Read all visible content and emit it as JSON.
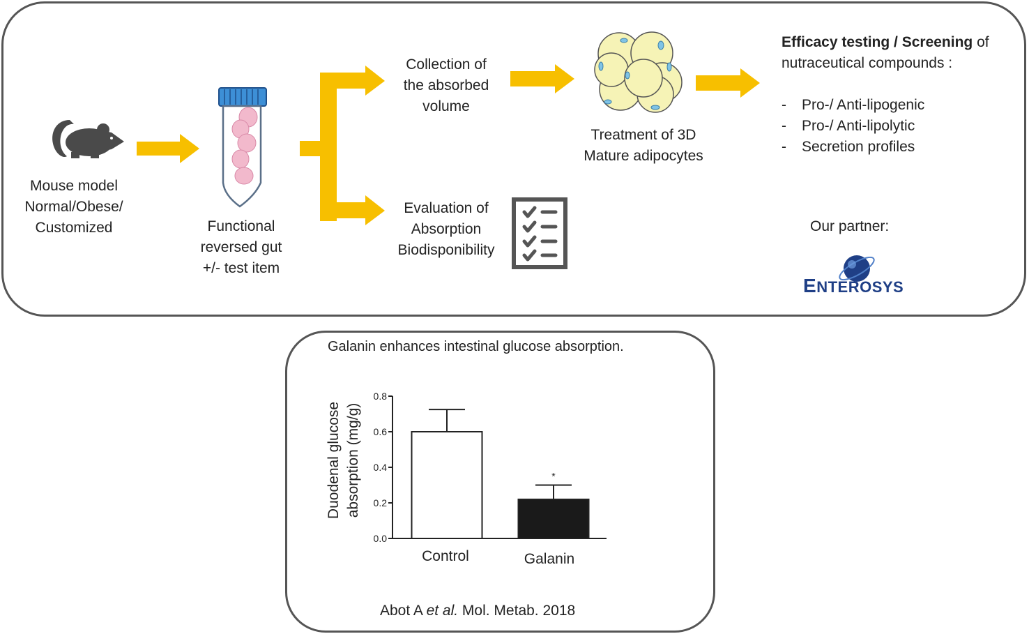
{
  "workflow": {
    "mouse": {
      "lines": [
        "Mouse model",
        "Normal/Obese/",
        "Customized"
      ]
    },
    "gut": {
      "lines": [
        "Functional",
        "reversed gut",
        "+/- test item"
      ]
    },
    "collection": {
      "lines": [
        "Collection of",
        "the absorbed",
        "volume"
      ]
    },
    "evaluation": {
      "lines": [
        "Evaluation of",
        "Absorption",
        "Biodisponibility"
      ]
    },
    "treatment": {
      "lines": [
        "Treatment of 3D",
        "Mature adipocytes"
      ]
    },
    "efficacy": {
      "bold1": "Efficacy testing / Screening",
      "rest1": " of",
      "line2": "nutraceutical compounds :",
      "bullets": [
        "Pro-/ Anti-lipogenic",
        "Pro-/ Anti-lipolytic",
        "Secretion profiles"
      ]
    },
    "partner": {
      "label": "Our partner:",
      "logo_text_big": "E",
      "logo_text_rest": "NTEROSYS"
    },
    "colors": {
      "arrow": "#f7bf00",
      "mouse": "#4a4a4a",
      "gut": "#f2b9cc",
      "tube_cap": "#3d8fd6",
      "cell": "#f6f3b6",
      "nucleus": "#7fc3e6",
      "logo": "#1f3f86"
    }
  },
  "figure": {
    "title": "Galanin enhances intestinal glucose absorption.",
    "citation_pre": "Abot A ",
    "citation_ital": "et al.",
    "citation_post": " Mol. Metab. 2018"
  },
  "chart_data": {
    "type": "bar",
    "categories": [
      "Control",
      "Galanin"
    ],
    "values": [
      0.6,
      0.22
    ],
    "errors": [
      0.125,
      0.08
    ],
    "bar_colors": [
      "#ffffff",
      "#1a1a1a"
    ],
    "significance": [
      "",
      "*"
    ],
    "ylabel_lines": [
      "Duodenal glucose",
      "absorption (mg/g)"
    ],
    "ylim": [
      0,
      0.8
    ],
    "yticks": [
      "0.0",
      "0.2",
      "0.4",
      "0.6",
      "0.8"
    ],
    "ytick_values": [
      0,
      0.2,
      0.4,
      0.6,
      0.8
    ],
    "grid": false
  }
}
